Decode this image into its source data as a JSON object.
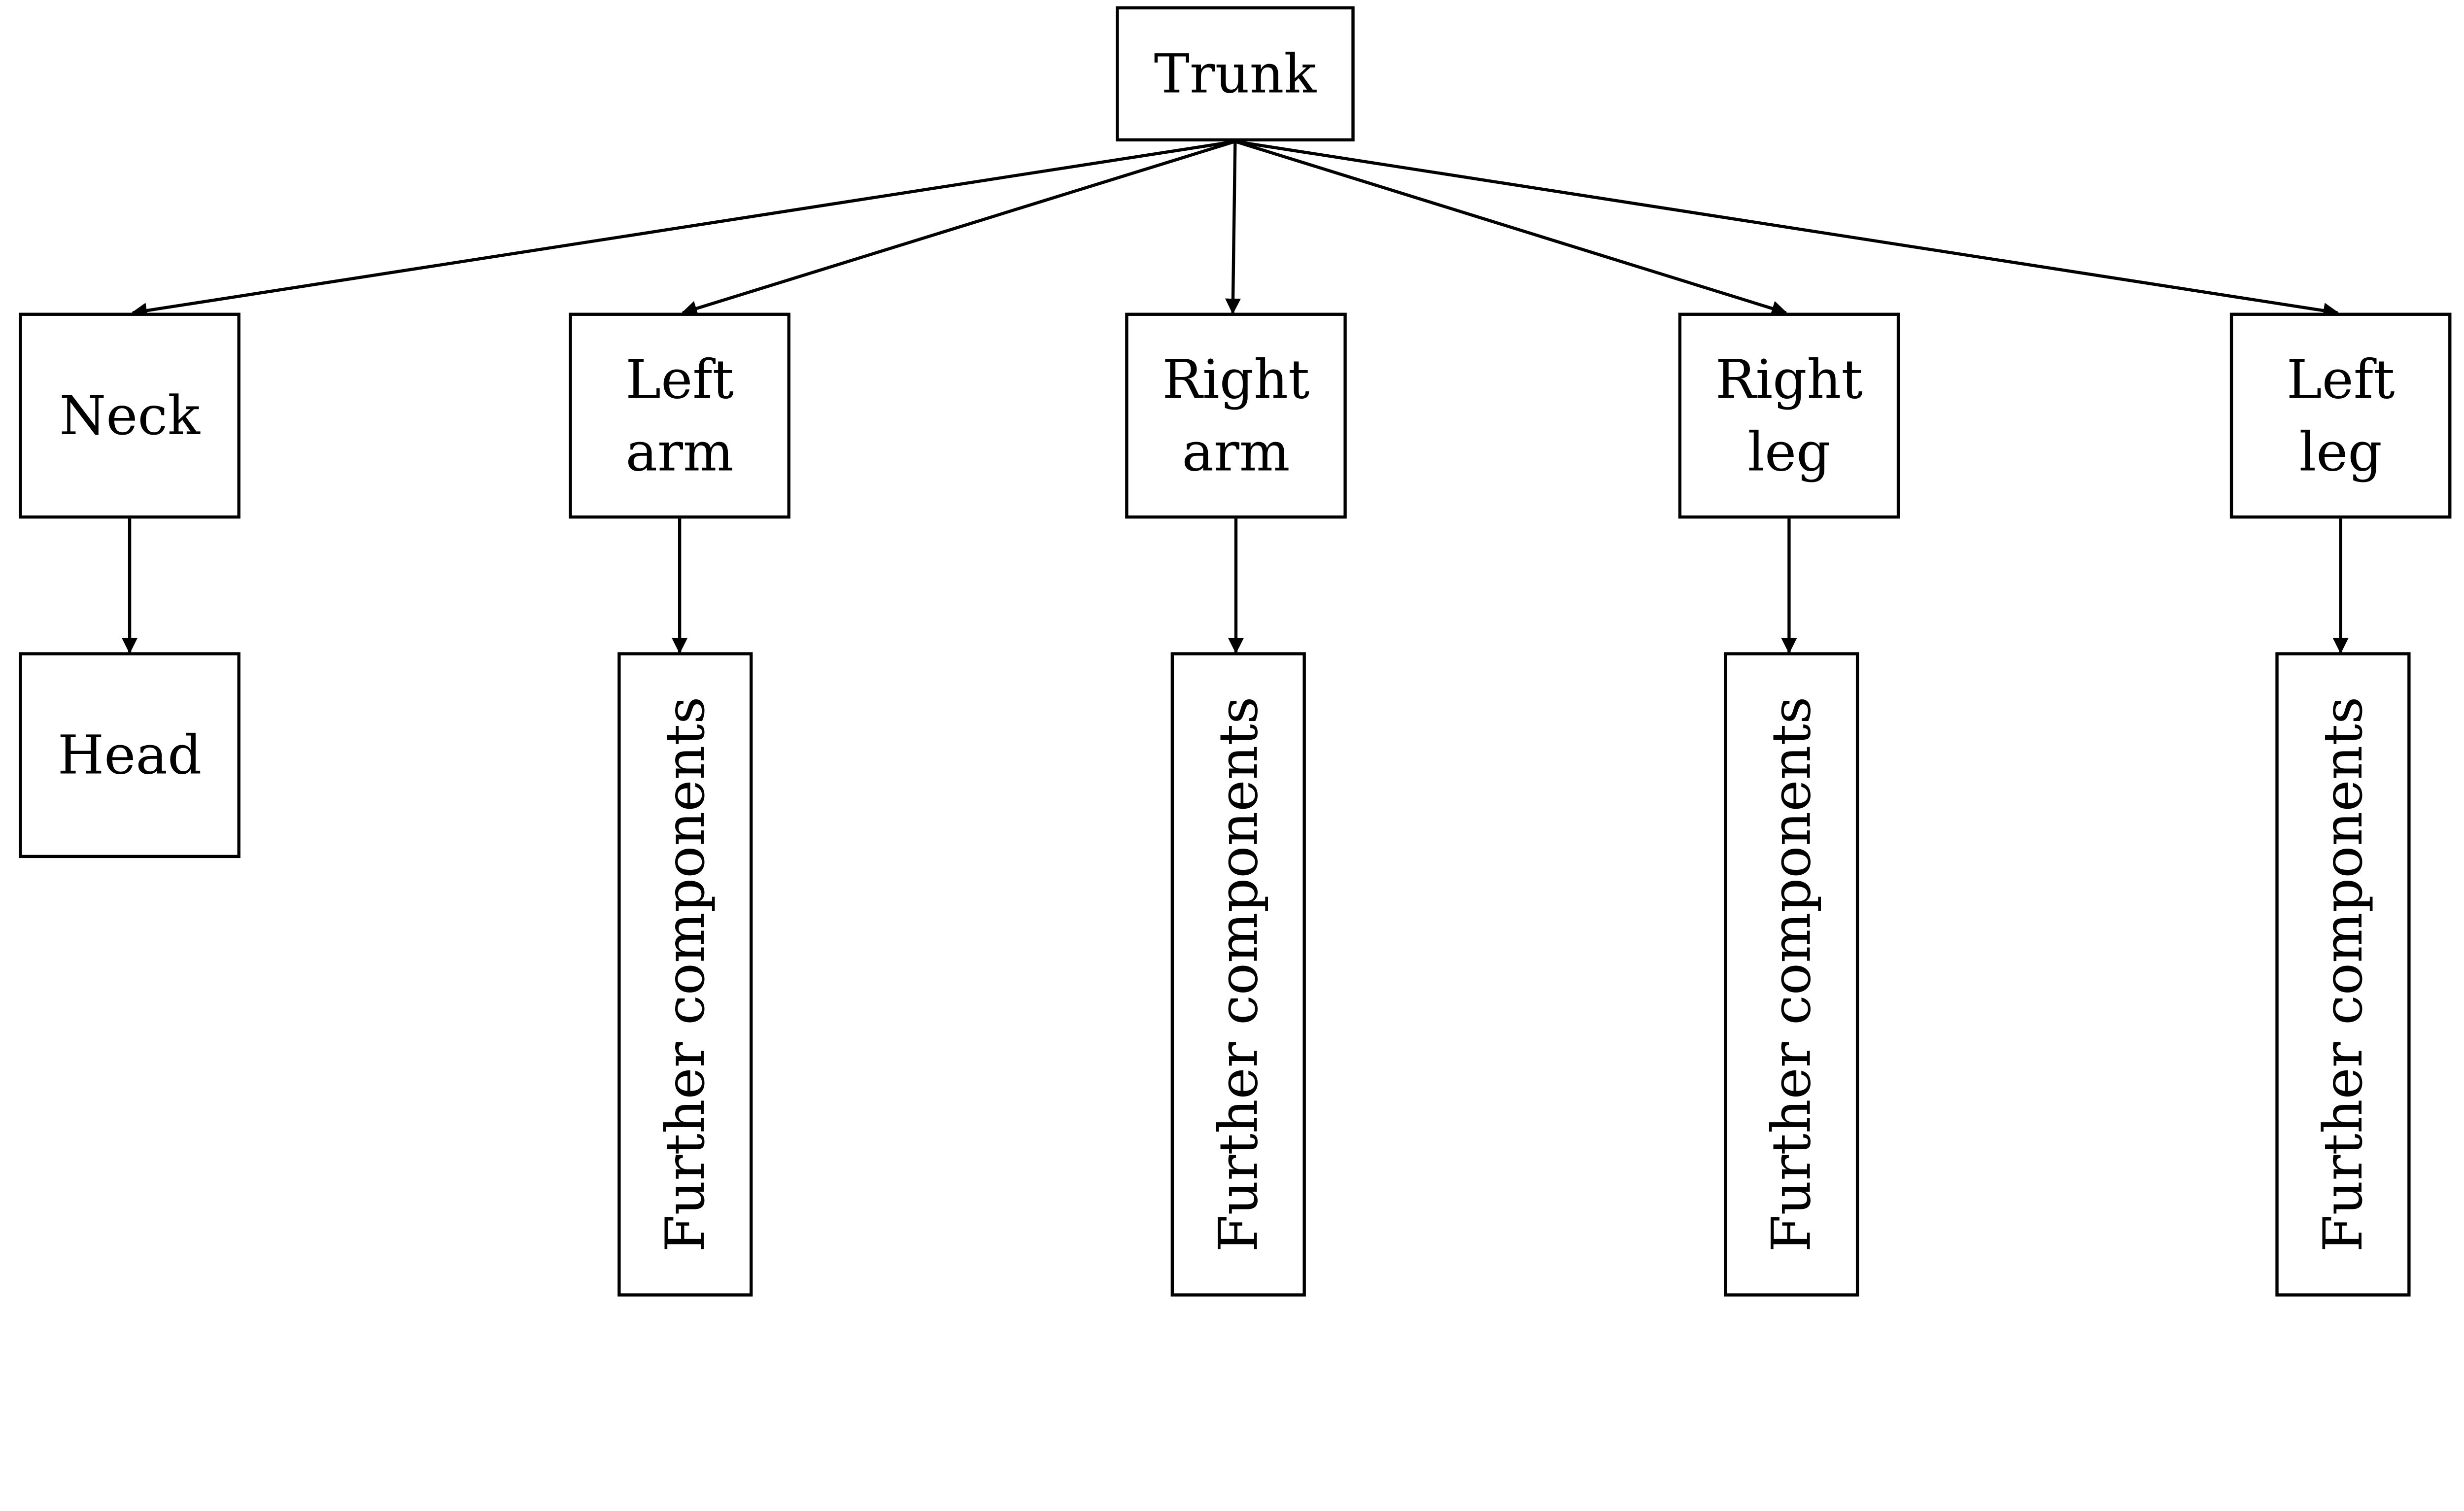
{
  "diagram": {
    "root": {
      "id": "trunk",
      "label": [
        "Trunk"
      ]
    },
    "level1": [
      {
        "id": "neck",
        "label": [
          "Neck"
        ],
        "child": {
          "id": "head",
          "label": [
            "Head"
          ],
          "vertical": false
        }
      },
      {
        "id": "left-arm",
        "label": [
          "Left",
          "arm"
        ],
        "child": {
          "id": "left-arm-further",
          "label": [
            "Further components"
          ],
          "vertical": true
        }
      },
      {
        "id": "right-arm",
        "label": [
          "Right",
          "arm"
        ],
        "child": {
          "id": "right-arm-further",
          "label": [
            "Further components"
          ],
          "vertical": true
        }
      },
      {
        "id": "right-leg",
        "label": [
          "Right",
          "leg"
        ],
        "child": {
          "id": "right-leg-further",
          "label": [
            "Further components"
          ],
          "vertical": true
        }
      },
      {
        "id": "left-leg",
        "label": [
          "Left",
          "leg"
        ],
        "child": {
          "id": "left-leg-further",
          "label": [
            "Further components"
          ],
          "vertical": true
        }
      }
    ],
    "colors": {
      "stroke": "#000000",
      "background": "#ffffff"
    }
  }
}
